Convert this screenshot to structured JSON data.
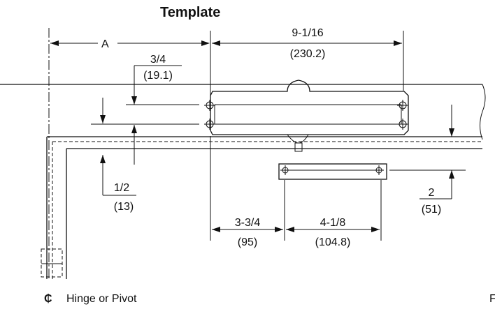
{
  "title": "Template",
  "dimensions": {
    "a_label": "A",
    "width_in": "9-1/16",
    "width_mm": "(230.2)",
    "top_offset_in": "3/4",
    "top_offset_mm": "(19.1)",
    "bottom_offset_in": "1/2",
    "bottom_offset_mm": "(13)",
    "shoe_offset_in": "3-3/4",
    "shoe_offset_mm": "(95)",
    "shoe_width_in": "4-1/8",
    "shoe_width_mm": "(104.8)",
    "shoe_drop_in": "2",
    "shoe_drop_mm": "(51)"
  },
  "footer": {
    "centerline_symbol": "₵",
    "centerline_label": "Hinge or Pivot",
    "cut_off_letter": "F"
  }
}
